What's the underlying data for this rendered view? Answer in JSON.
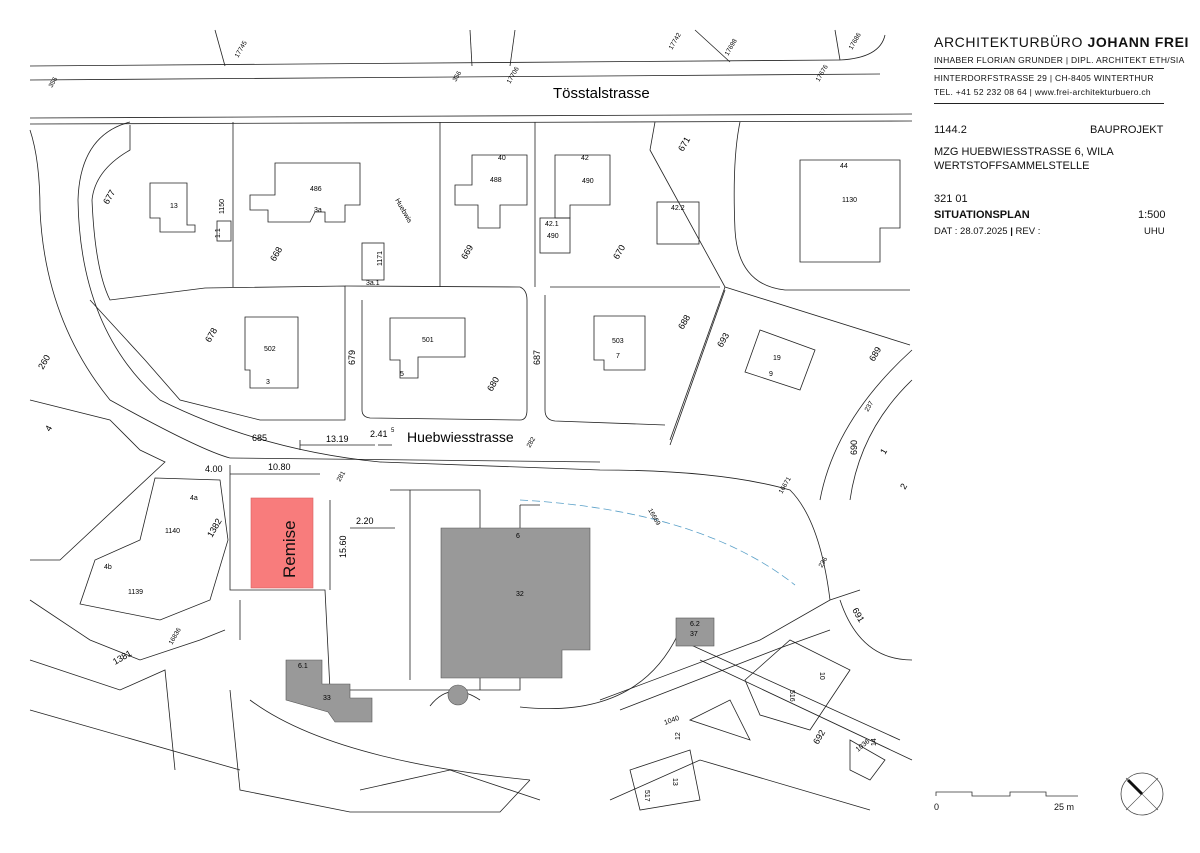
{
  "office": {
    "name_light": "ARCHITEKTURBÜRO",
    "name_bold": "JOHANN FREI",
    "line1": "INHABER FLORIAN GRUNDER | DIPL. ARCHITEKT ETH/SIA",
    "line2": "HINTERDORFSTRASSE 29 | CH-8405 WINTERTHUR",
    "line3": "TEL. +41 52 232 08 64 | www.frei-architekturbuero.ch"
  },
  "project": {
    "number": "1144.2",
    "type": "BAUPROJEKT",
    "title1": "MZG HUEBWIESSTRASSE 6, WILA",
    "title2": "WERTSTOFFSAMMELSTELLE",
    "plan_number": "321 01",
    "plan_title": "SITUATIONSPLAN",
    "scale": "1:500",
    "date_label": "DAT : 28.07.2025",
    "rev_label": "REV :",
    "author": "UHU"
  },
  "scalebar": {
    "start": "0",
    "end": "25 m"
  },
  "map": {
    "streets": {
      "top": "Tösstalstrasse",
      "middle": "Huebwiesstrasse",
      "small": "Huebwis"
    },
    "remise_label": "Remise",
    "colors": {
      "remise": "#f87c7c",
      "building": "#999999",
      "line": "#222222",
      "accent": "#5aa0c8"
    },
    "dimensions": {
      "d1": "13.19",
      "d2": "2.41",
      "d2_sup": "5",
      "d3": "4.00",
      "d4": "10.80",
      "d5": "15.60",
      "d6": "2.20"
    },
    "labels": {
      "parcels": [
        "677",
        "668",
        "669",
        "670",
        "671",
        "678",
        "679",
        "680",
        "687",
        "688",
        "693",
        "689",
        "685",
        "690",
        "691",
        "692",
        "1382",
        "1381",
        "260",
        "4",
        "1",
        "2"
      ],
      "buildings": [
        "13",
        "486",
        "3a",
        "488",
        "40",
        "490",
        "42",
        "42.1",
        "490",
        "42.2",
        "44",
        "1130",
        "502",
        "3",
        "501",
        "5",
        "503",
        "7",
        "19",
        "9",
        "4a",
        "1140",
        "4b",
        "1139",
        "6",
        "32",
        "6.2",
        "37",
        "6.1",
        "33",
        "1150",
        "1.1",
        "1171",
        "3a.1",
        "516",
        "10",
        "1040",
        "12",
        "517",
        "13",
        "1036",
        "14"
      ],
      "rotated": [
        "17745",
        "356",
        "356",
        "17706",
        "17742",
        "17698",
        "17676",
        "17686",
        "281",
        "282",
        "16669",
        "16671",
        "236",
        "237",
        "16836"
      ]
    }
  }
}
